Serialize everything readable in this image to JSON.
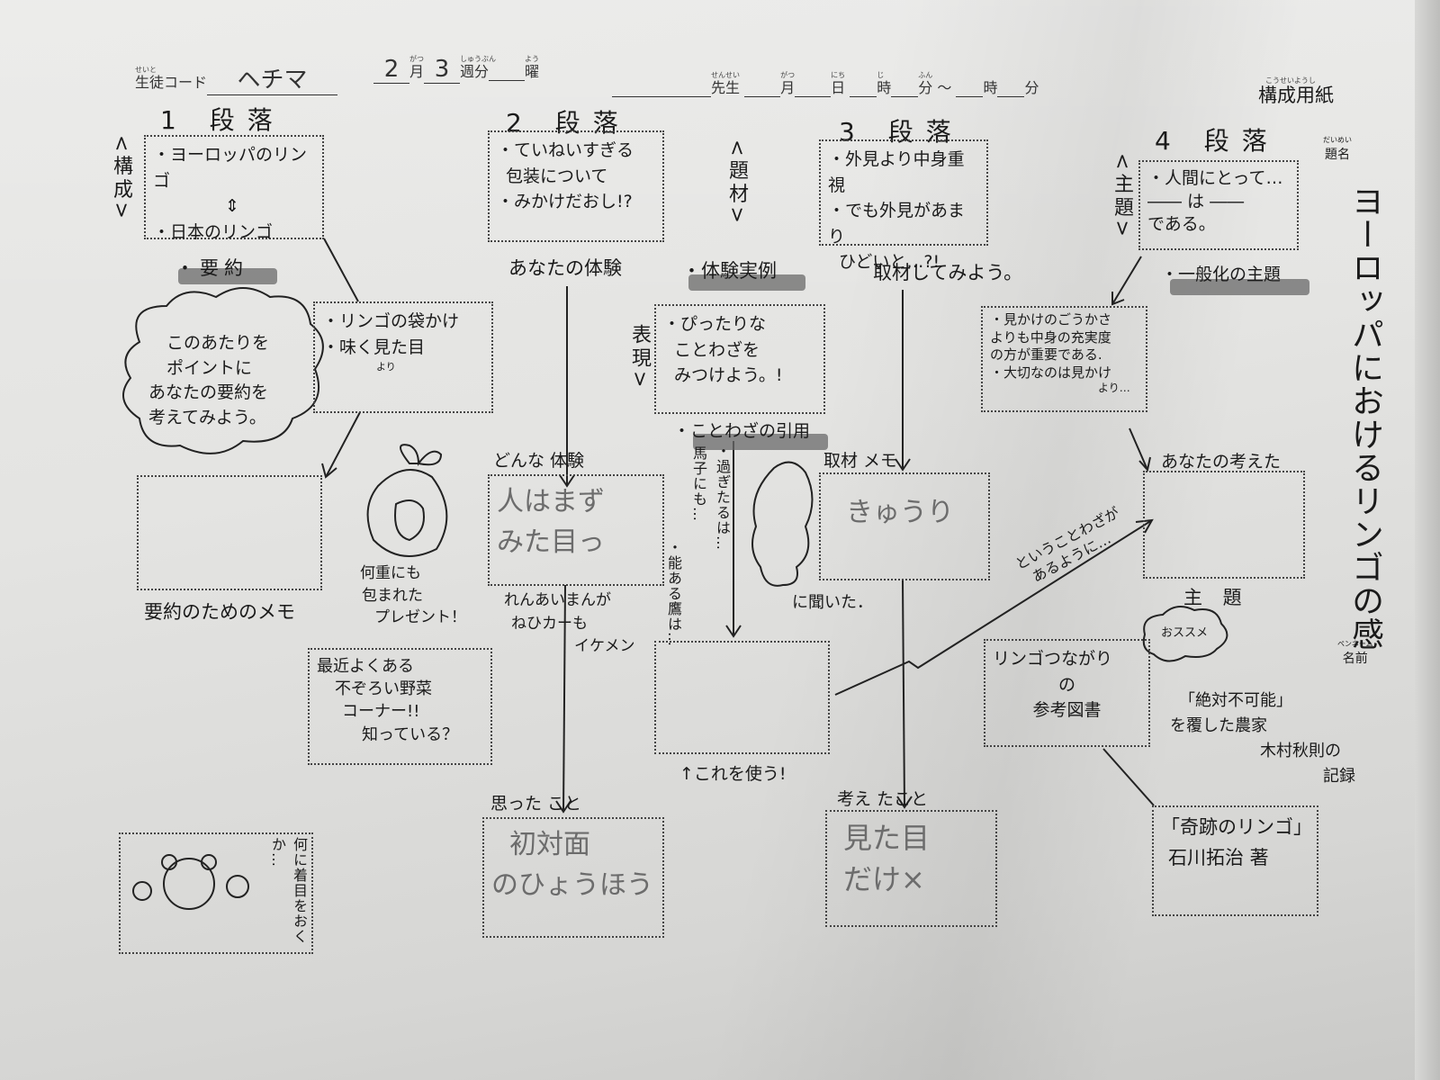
{
  "header": {
    "student_code_ruby": "せいと",
    "student_code_label": "生徒コード",
    "student_code_value": "ヘチマ",
    "month_value": "2",
    "month_ruby": "がつ",
    "month_label": "月",
    "week_value": "3",
    "week_ruby": "しゅうぶん",
    "week_label": "週分",
    "weekday_ruby": "よう",
    "weekday_label": "曜",
    "teacher_ruby": "せんせい",
    "teacher_label": "先生",
    "m_ruby": "がつ",
    "m_label": "月",
    "d_ruby": "にち",
    "d_label": "日",
    "h_ruby": "じ",
    "h_label": "時",
    "min_ruby": "ふん",
    "min_label": "分",
    "tilde": "～",
    "h2_label": "時",
    "min2_label": "分",
    "sheet_title_ruby": "こうせいようし",
    "sheet_title": "構成用紙"
  },
  "side": {
    "title_ruby": "だいめい",
    "title_label": "題名",
    "title_value": "ヨーロッパにおけるリンゴの感",
    "penname_ruby": "ペンネーム",
    "penname_label": "名前"
  },
  "p1": {
    "heading": "1 段落",
    "side_label": "<構成>",
    "box_lines": [
      "・ヨーロッパのリンゴ",
      "⇕",
      "・日本のリンゴ"
    ],
    "section": "・要約",
    "cloud_lines": [
      "このあたりを",
      "ポイントに",
      "あなたの要約を",
      "考えてみよう。"
    ],
    "point_lines": [
      "・リンゴの袋かけ",
      "・味く見た目",
      "より"
    ],
    "memo_label": "要約のためのメモ",
    "gift_lines": [
      "何重にも",
      "包まれた",
      "プレゼント！"
    ],
    "note_lines": [
      "最近よくある",
      "不ぞろい野菜",
      "コーナー!!",
      "知っている？"
    ],
    "bear_note": "何に着目をおくか…"
  },
  "p2": {
    "heading": "2 段落",
    "box_lines": [
      "・ていねいすぎる",
      "包装について",
      "・みかけだおし!?"
    ],
    "experience_label": "あなたの体験",
    "kind_label": "どんな 体験",
    "kind_lines": [
      "人はまず",
      "みた目っ"
    ],
    "manga_lines": [
      "れんあいまんが",
      "ねひカーも",
      "イケメン"
    ],
    "thought_label": "思った こと",
    "thought_lines": [
      "初対面",
      "のひょうほう"
    ]
  },
  "mid": {
    "subject_label": "<題材>",
    "section": "・体験実例",
    "expression_label": "表現>",
    "prov_box_lines": [
      "・ぴったりな",
      "ことわざを",
      "みつけよう。!"
    ],
    "quote_label": "・ことわざの引用",
    "proverbs": [
      "・過ぎたるは…",
      "馬子にも…",
      "・能ある鷹は…"
    ],
    "use_label": "↑これを使う!"
  },
  "p3": {
    "heading": "3 段落",
    "box_lines": [
      "・外見より中身重視",
      "・でも外見があまり",
      "ひどいと…?!"
    ],
    "interview_label": "取材してみよう。",
    "memo_label": "取材 メモ",
    "memo_value": "きゅうり",
    "asked": "に聞いた．",
    "diag_lines": [
      "ということわざが",
      "あるように…"
    ],
    "thought_label": "考え たこと",
    "thought_lines": [
      "見た目",
      "だけ×"
    ]
  },
  "p4": {
    "heading": "4 段落",
    "side_label": "<主題>",
    "box_lines": [
      "・人間にとって…",
      "―― は ――",
      "である。"
    ],
    "section": "・一般化の主題",
    "gen_lines": [
      "・見かけのごうかさ",
      "よりも中身の充実度",
      "の方が重要である.",
      "・大切なのは見かけ",
      "より…"
    ],
    "your_label": "あなたの考えた",
    "theme_label": "主 題",
    "recommend": "おススメ",
    "ref_lines": [
      "リンゴつながり",
      "の",
      "参考図書"
    ],
    "record_lines": [
      "「絶対不可能」",
      "を覆した農家",
      "木村秋則の",
      "記録"
    ],
    "book_lines": [
      "「奇跡のリンゴ」",
      "石川拓治 著"
    ]
  }
}
